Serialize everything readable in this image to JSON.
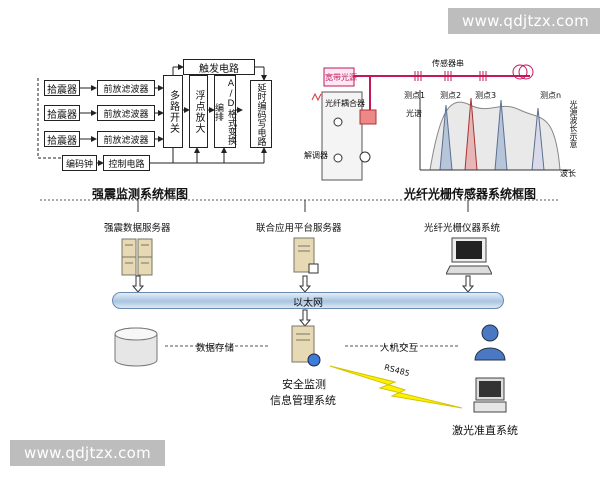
{
  "watermark": {
    "top": "www.qdjtzx.com",
    "bottom": "www.qdjtzx.com"
  },
  "seismic_diagram": {
    "title": "强震监测系统框图",
    "sensors": [
      "拾震器",
      "拾震器",
      "拾震器"
    ],
    "filters": [
      "前放滤波器",
      "前放滤波器",
      "前放滤波器"
    ],
    "mux": "多路开关",
    "float_amp": "浮点放大",
    "adc": "A/D格式变换编排",
    "delay": "延时编码写电路",
    "trigger": "触发电路",
    "clock": "编码钟",
    "control": "控制电路"
  },
  "fbg_diagram": {
    "title": "光纤光栅传感器系统框图",
    "source": "宽带光源",
    "coupler": "光纤耦合器",
    "demod": "解调器",
    "sensor_label": "传感器串",
    "points": [
      "测点1",
      "测点2",
      "测点3",
      "测点n"
    ],
    "spectrum_label": "光源波长示意",
    "wavelength_axis": "波长",
    "spectrum_left": "光谱"
  },
  "network": {
    "seismic_server": "强震数据服务器",
    "platform_server": "联合应用平台服务器",
    "fbg_system": "光纤光栅仪器系统",
    "ethernet": "以太网",
    "storage_label": "数据存储",
    "hmi_label": "人机交互",
    "main_system": "安全监测\n信息管理系统",
    "main_line1": "安全监测",
    "main_line2": "信息管理系统",
    "rs485": "RS485",
    "laser_system": "激光准直系统"
  }
}
